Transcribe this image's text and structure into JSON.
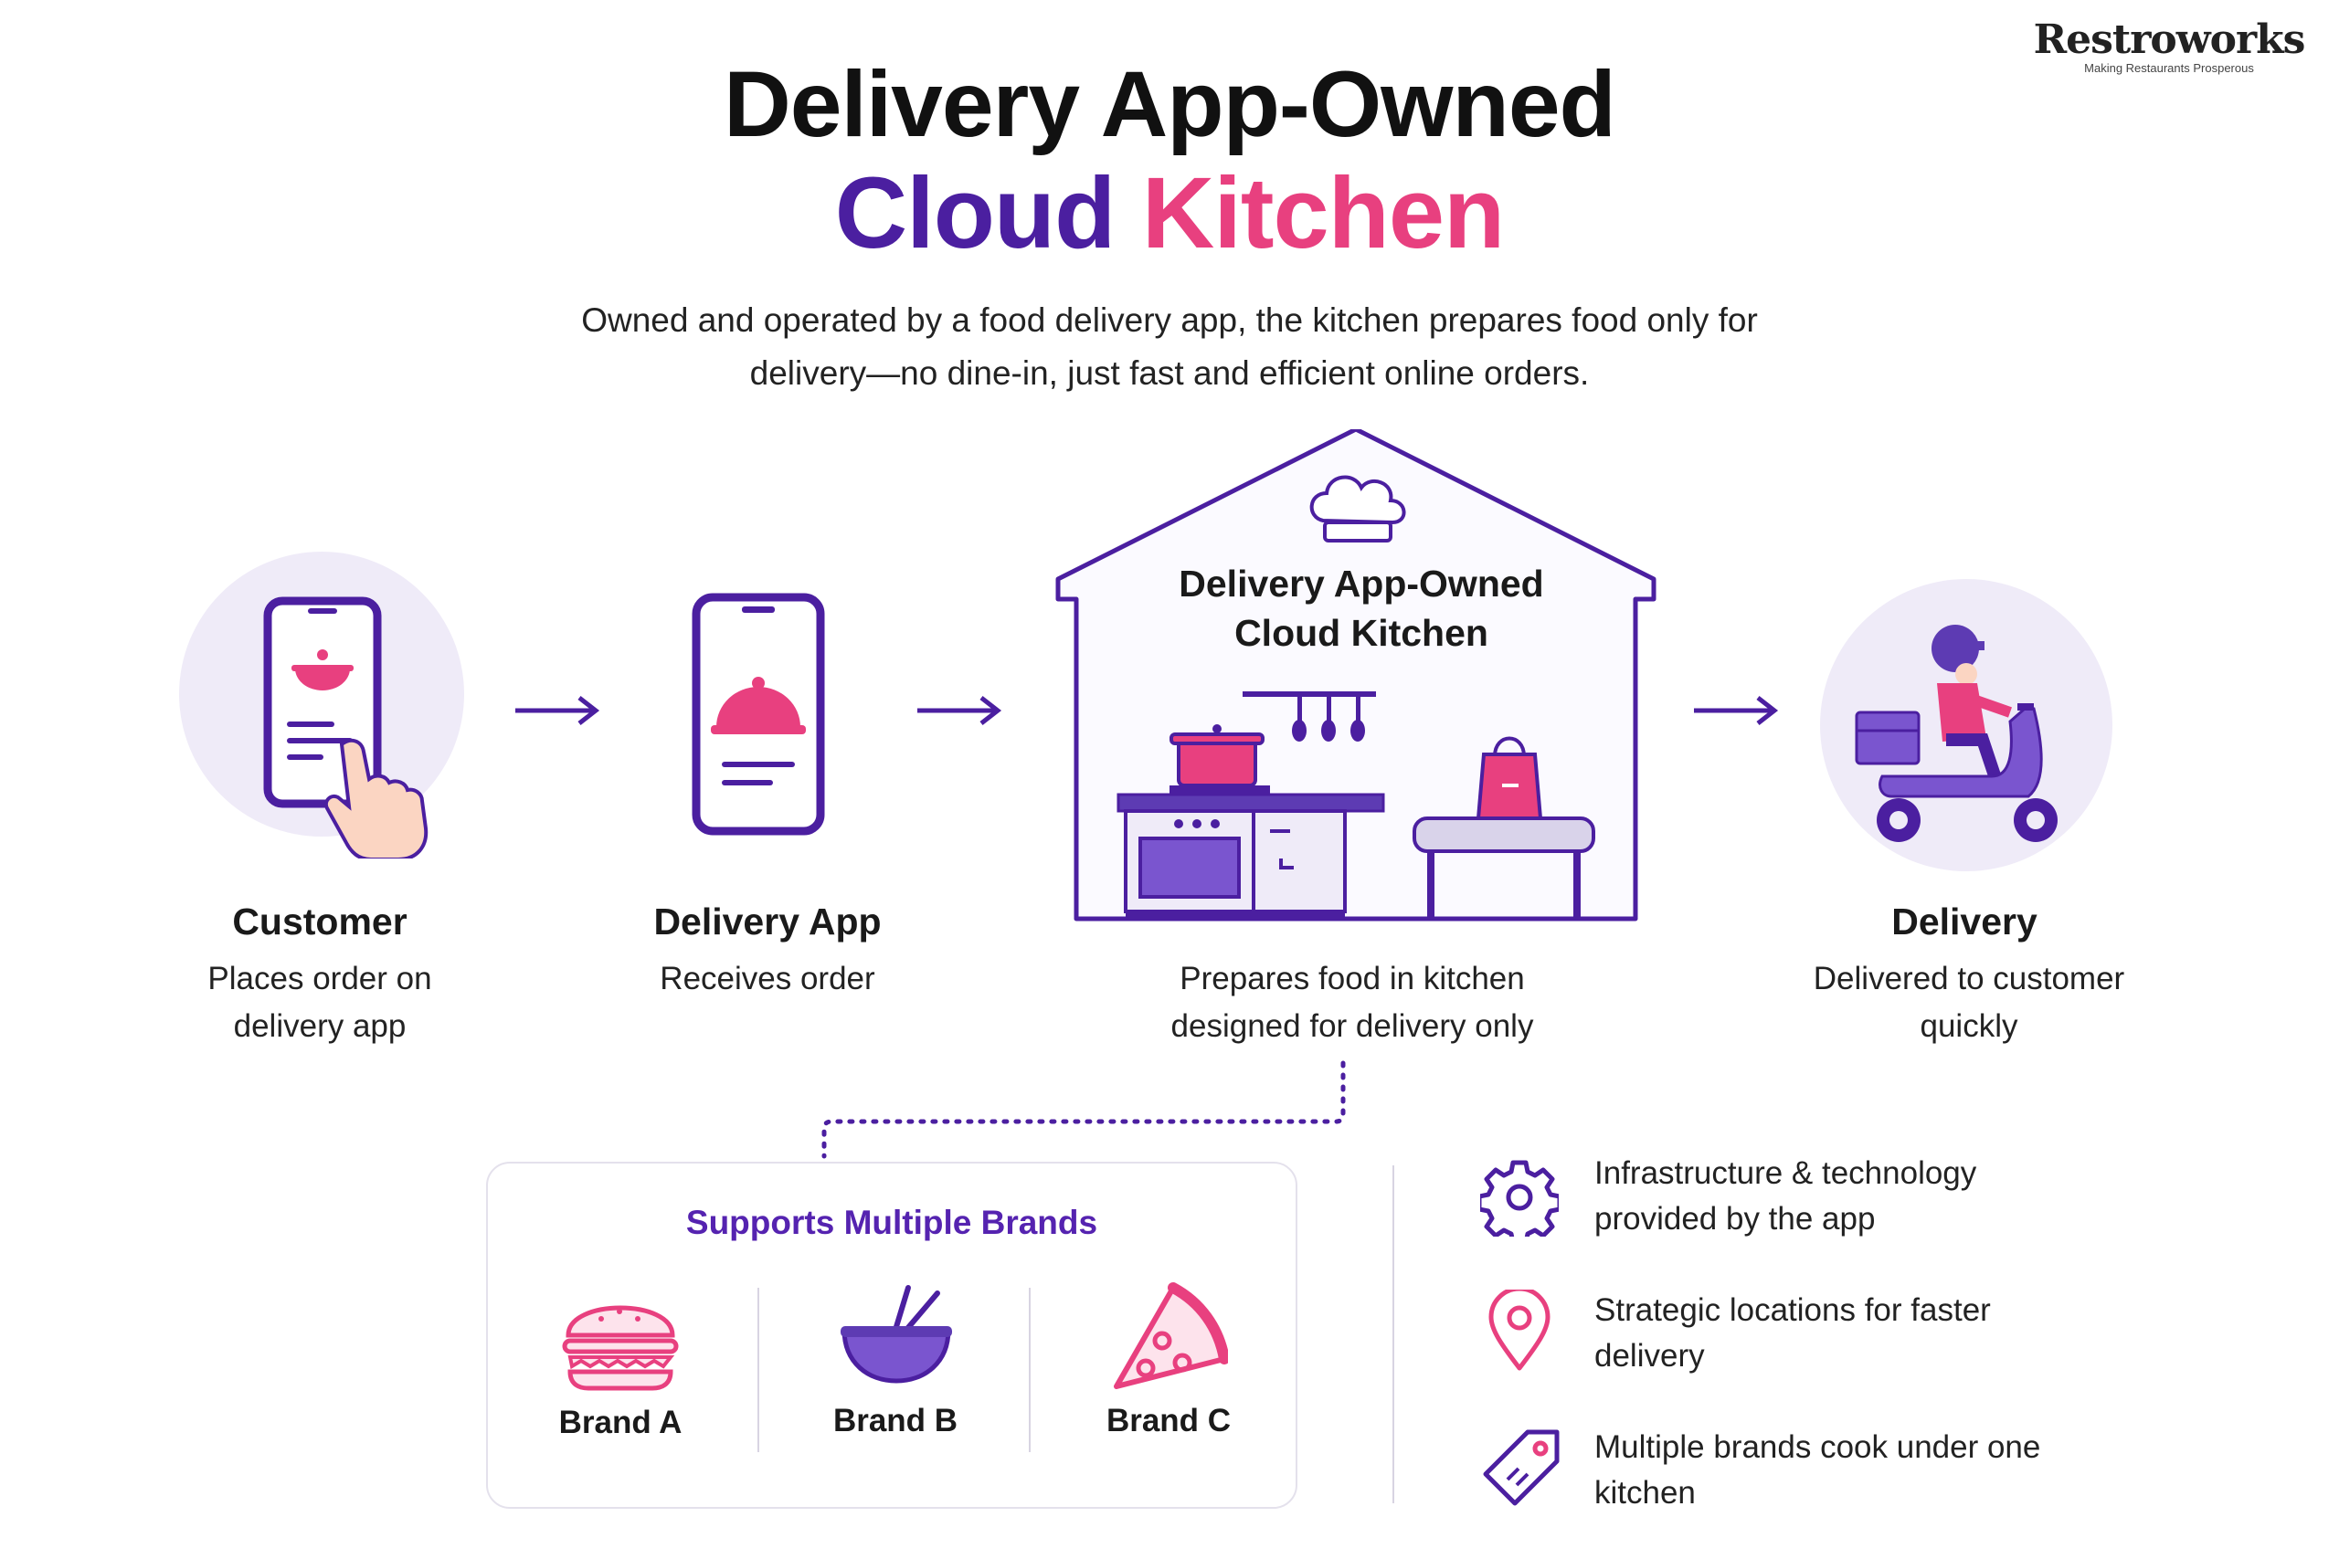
{
  "logo": {
    "name": "Restroworks",
    "tagline": "Making Restaurants Prosperous"
  },
  "title": {
    "line1": "Delivery App-Owned",
    "line2_word1": "Cloud",
    "line2_word2": "Kitchen"
  },
  "subtitle": "Owned and operated by a food delivery app, the kitchen prepares food only for delivery—no dine-in, just fast and efficient online orders.",
  "steps": [
    {
      "title": "Customer",
      "description": "Places order on delivery app"
    },
    {
      "title": "Delivery App",
      "description": "Receives order"
    },
    {
      "title": "Delivery App-Owned Cloud Kitchen",
      "description": "Prepares food in kitchen designed for delivery only"
    },
    {
      "title": "Delivery",
      "description": "Delivered to customer quickly"
    }
  ],
  "brands": {
    "title": "Supports Multiple Brands",
    "items": [
      {
        "label": "Brand A",
        "icon": "burger-icon"
      },
      {
        "label": "Brand B",
        "icon": "bowl-icon"
      },
      {
        "label": "Brand C",
        "icon": "pizza-icon"
      }
    ]
  },
  "features": [
    {
      "text": "Infrastructure & technology provided by the app",
      "icon": "gear-icon"
    },
    {
      "text": "Strategic locations for faster delivery",
      "icon": "location-pin-icon"
    },
    {
      "text": "Multiple brands cook under one kitchen",
      "icon": "tag-icon"
    }
  ],
  "colors": {
    "purple": "#5523b0",
    "pink": "#e8407f",
    "lavender": "#efebf8",
    "dark": "#1a1a1a"
  }
}
